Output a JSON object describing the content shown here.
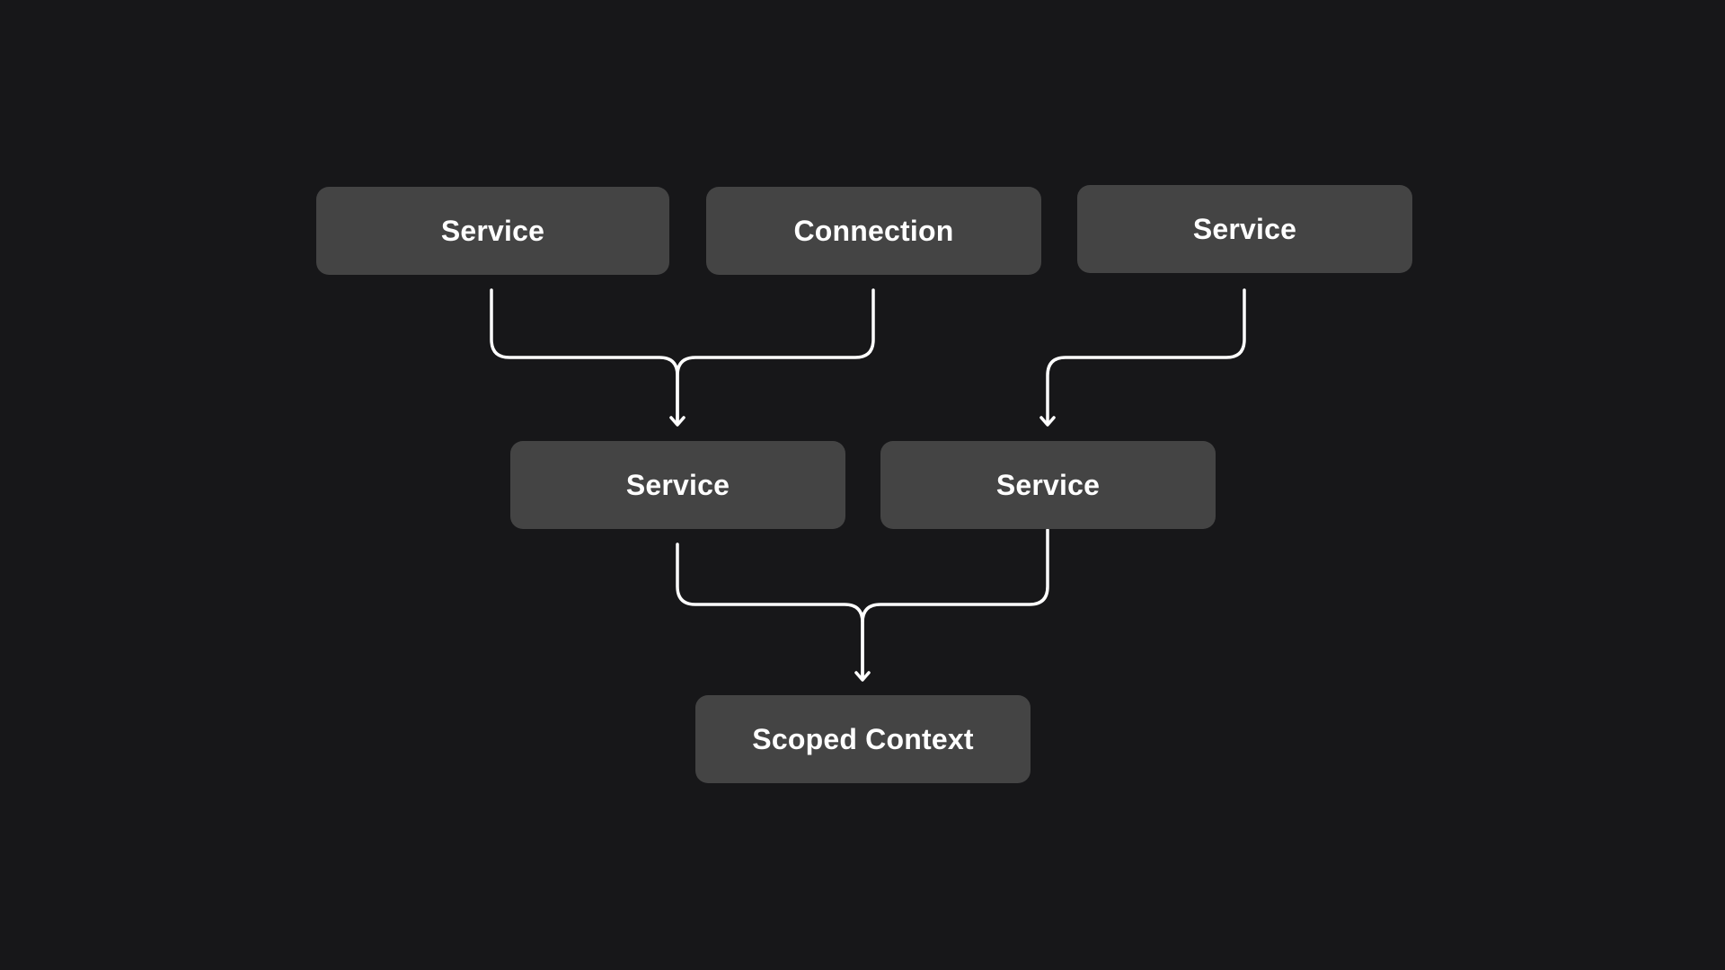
{
  "diagram": {
    "nodes": {
      "service_1": "Service",
      "connection": "Connection",
      "service_2": "Service",
      "service_3": "Service",
      "service_4": "Service",
      "scoped_context": "Scoped Context"
    },
    "edges": [
      {
        "from": "service_1",
        "to": "service_3"
      },
      {
        "from": "connection",
        "to": "service_3"
      },
      {
        "from": "service_2",
        "to": "service_4"
      },
      {
        "from": "service_3",
        "to": "scoped_context"
      },
      {
        "from": "service_4",
        "to": "scoped_context"
      }
    ],
    "colors": {
      "background": "#171719",
      "node": "#444444",
      "text": "#ffffff",
      "edge": "#ffffff"
    }
  }
}
